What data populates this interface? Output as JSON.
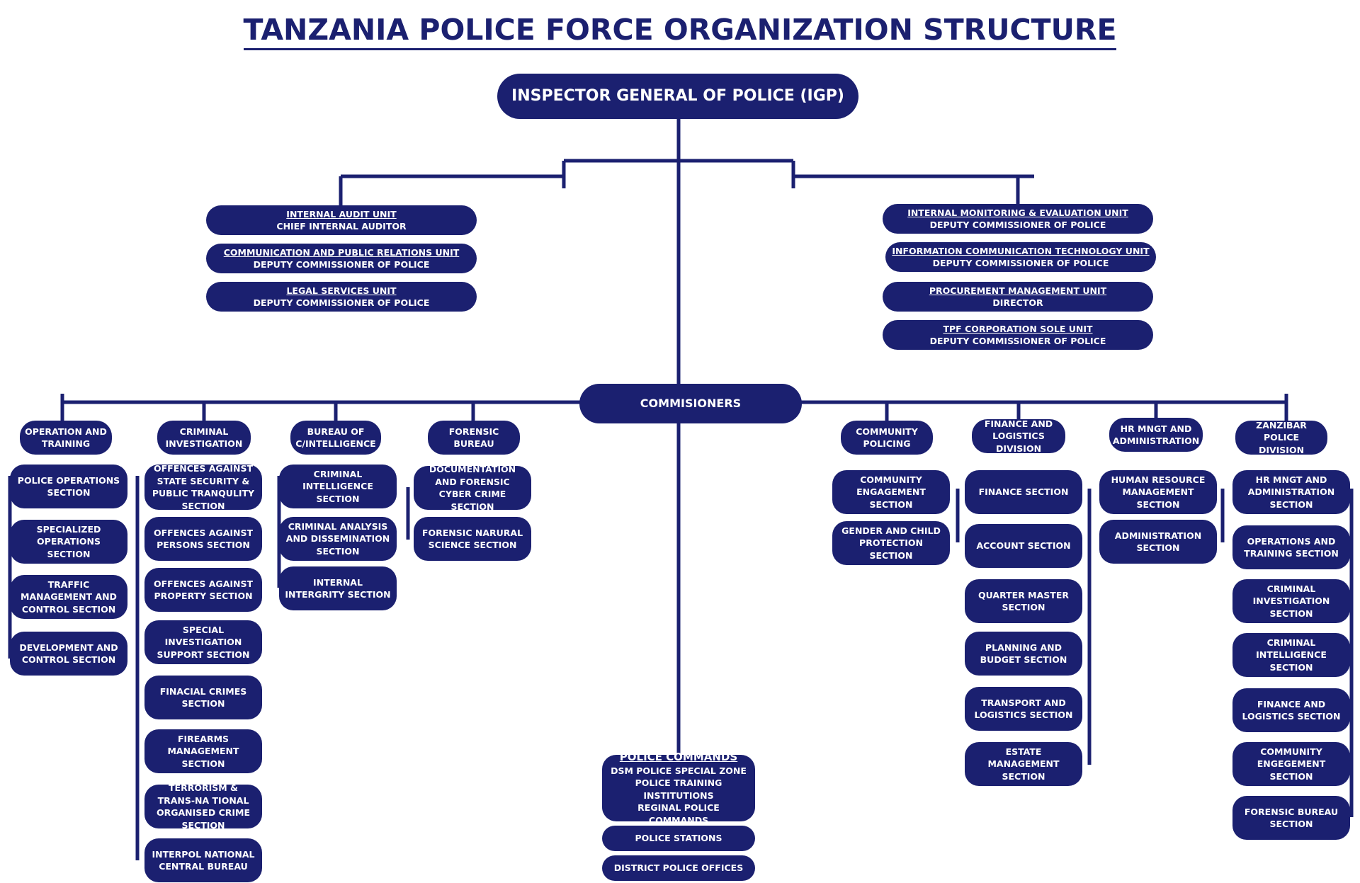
{
  "title": "TANZANIA POLICE FORCE ORGANIZATION STRUCTURE",
  "igp": "INSPECTOR GENERAL OF POLICE (IGP)",
  "left_units": [
    {
      "name": "INTERNAL AUDIT UNIT",
      "head": "CHIEF INTERNAL AUDITOR"
    },
    {
      "name": "COMMUNICATION AND PUBLIC RELATIONS UNIT",
      "head": "DEPUTY COMMISSIONER OF POLICE"
    },
    {
      "name": "LEGAL SERVICES UNIT",
      "head": "DEPUTY COMMISSIONER OF POLICE"
    }
  ],
  "right_units": [
    {
      "name": "INTERNAL MONITORING & EVALUATION UNIT",
      "head": "DEPUTY COMMISSIONER OF POLICE"
    },
    {
      "name": "INFORMATION COMMUNICATION TECHNOLOGY UNIT",
      "head": "DEPUTY COMMISSIONER OF POLICE"
    },
    {
      "name": "PROCUREMENT MANAGEMENT UNIT",
      "head": "DIRECTOR"
    },
    {
      "name": "TPF CORPORATION SOLE UNIT",
      "head": "DEPUTY COMMISSIONER OF POLICE"
    }
  ],
  "commissioners": "COMMISIONERS",
  "divisions": [
    {
      "head": "OPERATION AND TRAINING",
      "sections": [
        "POLICE OPERATIONS SECTION",
        "SPECIALIZED OPERATIONS SECTION",
        "TRAFFIC MANAGEMENT AND CONTROL  SECTION",
        "DEVELOPMENT AND CONTROL SECTION"
      ]
    },
    {
      "head": "CRIMINAL INVESTIGATION",
      "sections": [
        "OFFENCES AGAINST STATE SECURITY & PUBLIC TRANQULITY SECTION",
        "OFFENCES AGAINST PERSONS SECTION",
        "OFFENCES AGAINST PROPERTY SECTION",
        "SPECIAL INVESTIGATION SUPPORT SECTION",
        "FINACIAL CRIMES SECTION",
        "FIREARMS MANAGEMENT SECTION",
        "TERRORISM & TRANS-NA TIONAL ORGANISED CRIME SECTION",
        "INTERPOL NATIONAL CENTRAL BUREAU"
      ]
    },
    {
      "head": "BUREAU OF C/INTELLIGENCE",
      "sections": [
        "CRIMINAL INTELLIGENCE SECTION",
        "CRIMINAL ANALYSIS AND DISSEMINATION SECTION",
        "INTERNAL INTERGRITY SECTION"
      ]
    },
    {
      "head": "FORENSIC BUREAU",
      "sections": [
        "DOCUMENTATION AND FORENSIC CYBER CRIME SECTION",
        "FORENSIC NARURAL SCIENCE SECTION"
      ]
    },
    {
      "head": "COMMUNITY POLICING",
      "sections": [
        "COMMUNITY ENGAGEMENT SECTION",
        "GENDER AND CHILD PROTECTION SECTION"
      ]
    },
    {
      "head": "FINANCE AND LOGISTICS DIVISION",
      "sections": [
        "FINANCE SECTION",
        "ACCOUNT SECTION",
        "QUARTER MASTER SECTION",
        "PLANNING AND BUDGET SECTION",
        "TRANSPORT AND LOGISTICS SECTION",
        "ESTATE MANAGEMENT SECTION"
      ]
    },
    {
      "head": "HR MNGT AND ADMINISTRATION",
      "sections": [
        "HUMAN RESOURCE MANAGEMENT SECTION",
        "ADMINISTRATION SECTION"
      ]
    },
    {
      "head": "ZANZIBAR POLICE DIVISION",
      "sections": [
        "HR MNGT AND ADMINISTRATION SECTION",
        "OPERATIONS AND TRAINING SECTION",
        "CRIMINAL INVESTIGATION SECTION",
        "CRIMINAL INTELLIGENCE SECTION",
        "FINANCE AND LOGISTICS SECTION",
        "COMMUNITY ENGEGEMENT SECTION",
        "FORENSIC BUREAU SECTION"
      ]
    }
  ],
  "police_commands": {
    "title": "POLICE COMMANDS",
    "lines": [
      "DSM POLICE SPECIAL ZONE",
      "POLICE TRAINING INSTITUTIONS",
      "REGINAL POLICE COMMANDS"
    ],
    "stations": "POLICE STATIONS",
    "district": "DISTRICT POLICE OFFICES"
  },
  "colors": {
    "box": "#1b2070",
    "line": "#1b2070",
    "text": "#ffffff"
  }
}
